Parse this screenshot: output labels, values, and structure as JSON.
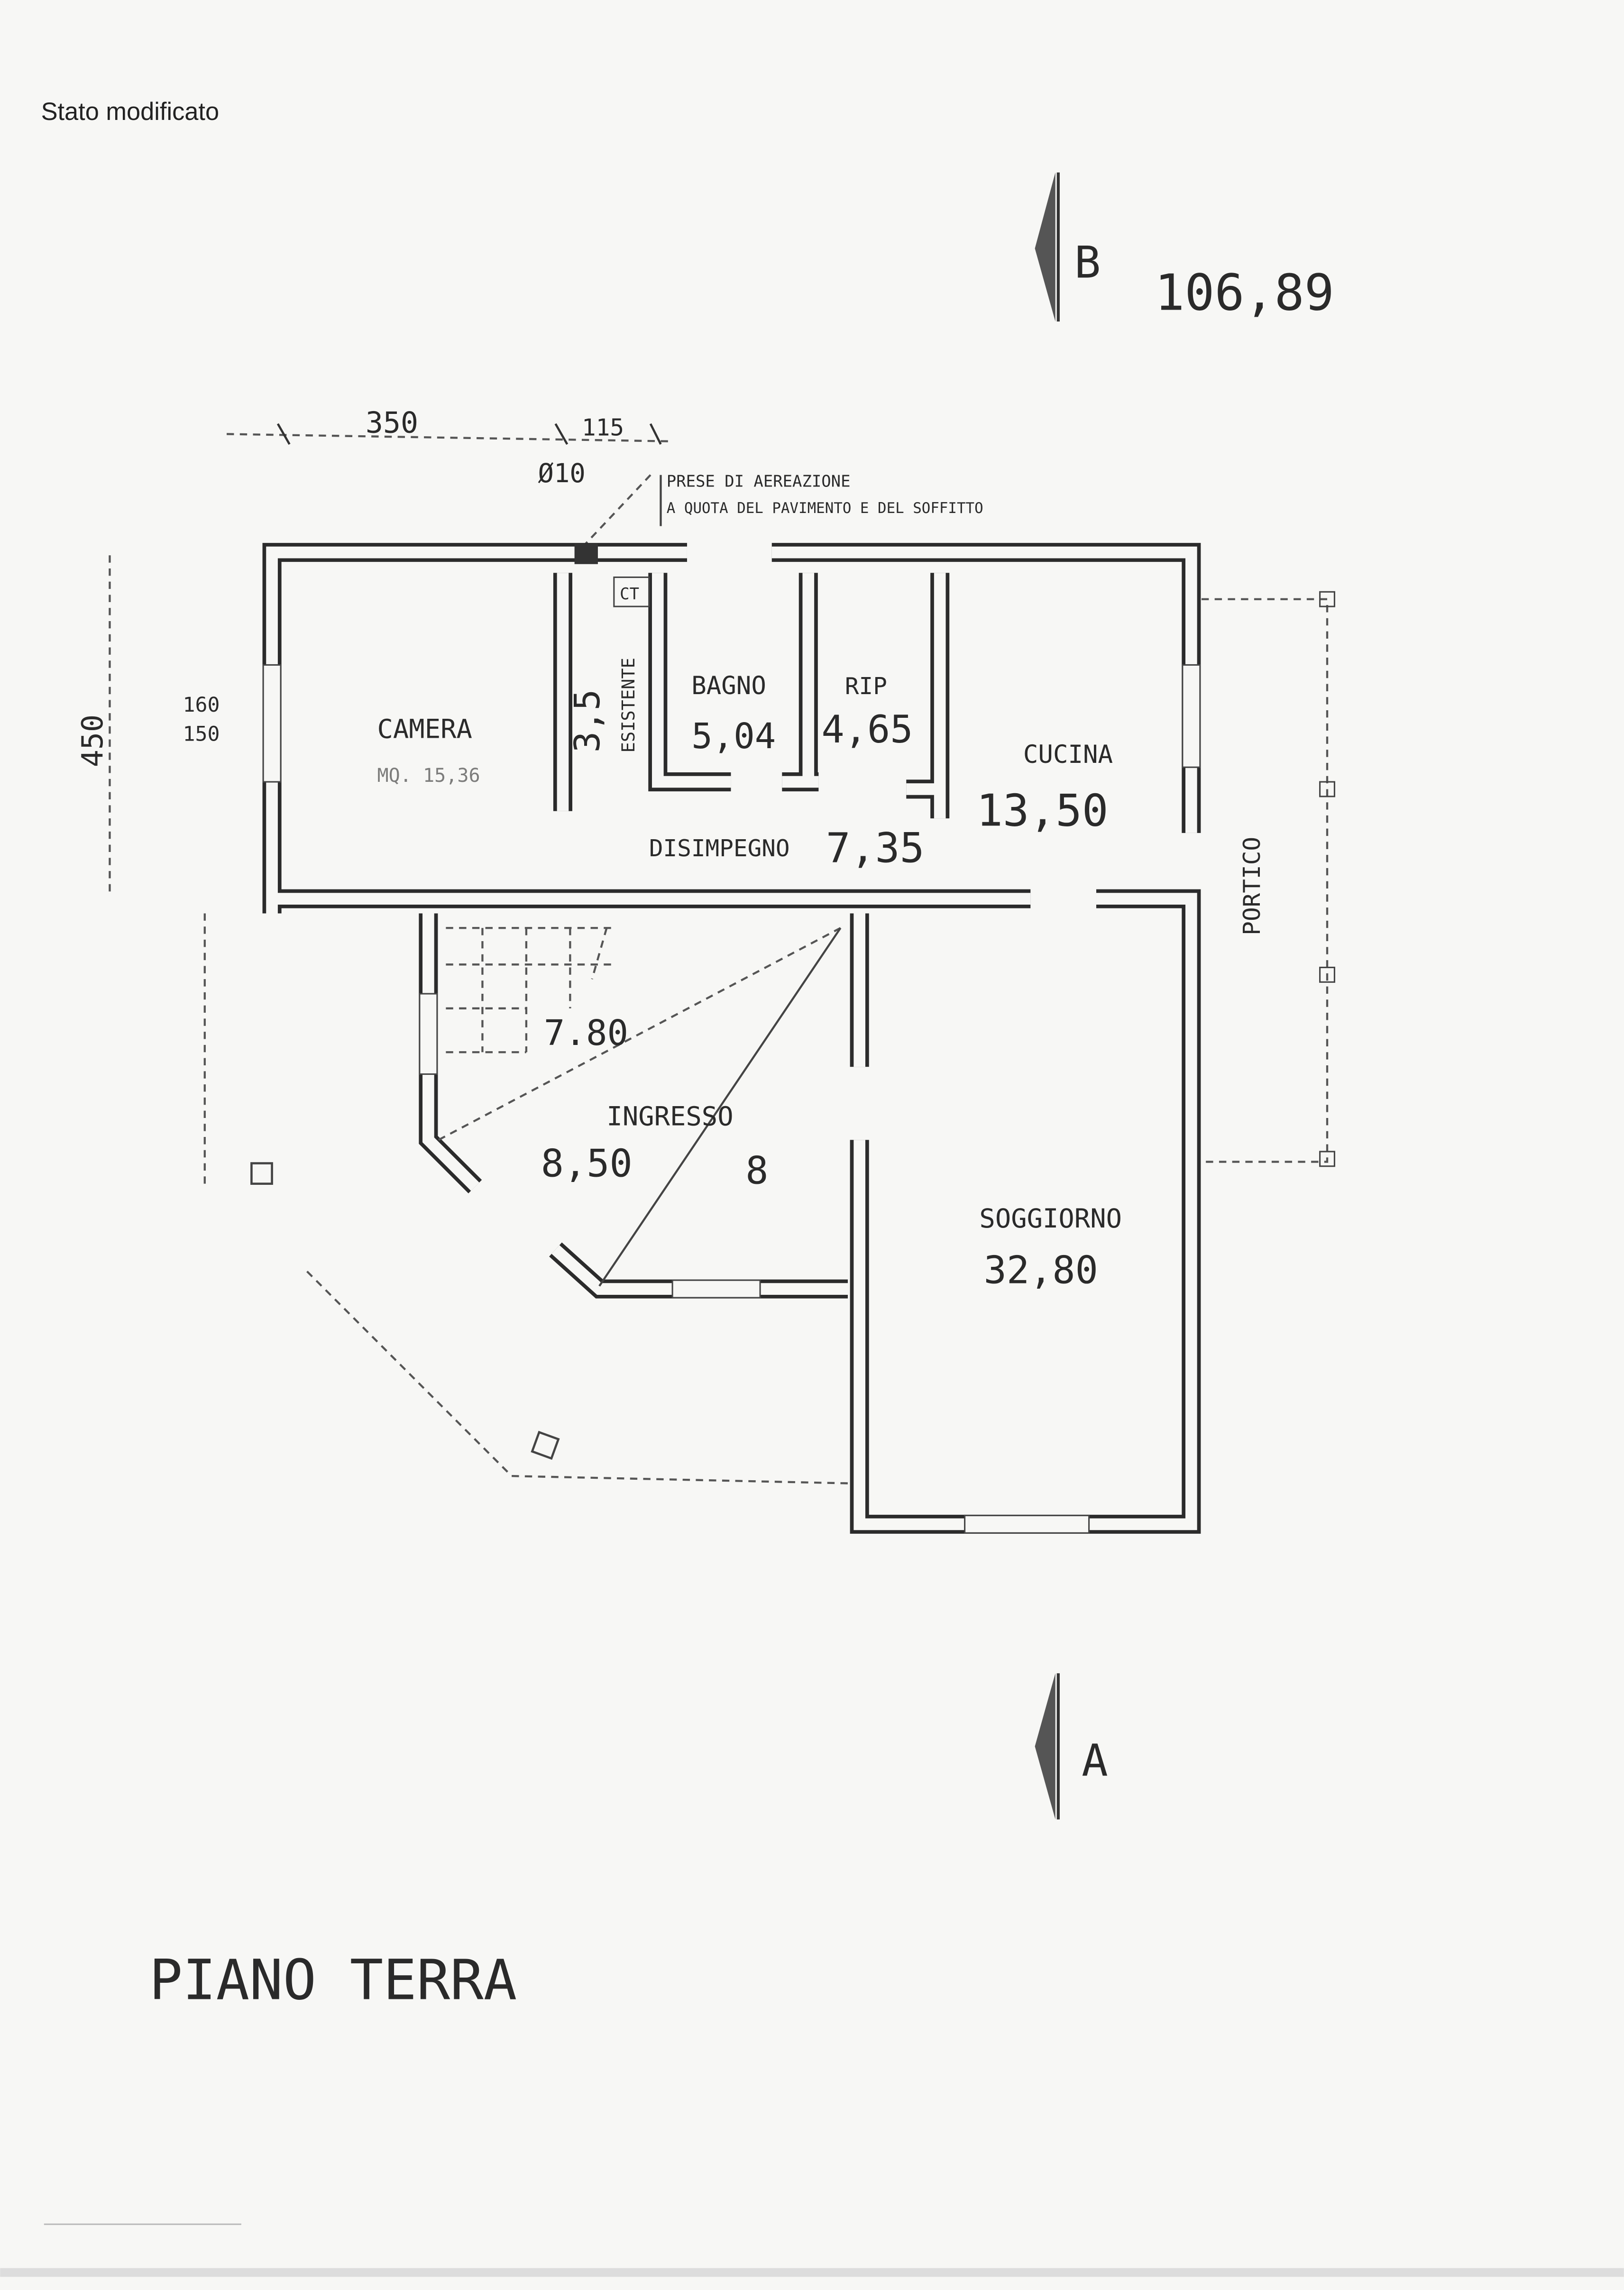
{
  "header": {
    "title": "Stato modificato"
  },
  "section_marks": {
    "top_letter": "B",
    "bottom_letter": "A",
    "elevation": "106,89"
  },
  "dimensions": {
    "width_camera": "350",
    "width_opening": "115",
    "diameter": "Ø10",
    "depth": "450",
    "window_upper": "160",
    "window_lower": "150"
  },
  "note": {
    "line1": "PRESE DI AEREAZIONE",
    "line2": "A QUOTA DEL PAVIMENTO E DEL SOFFITTO"
  },
  "rooms": {
    "camera": {
      "name": "CAMERA",
      "area": "MQ. 15,36"
    },
    "closet": {
      "area": "3,5",
      "label": "ESISTENTE",
      "ct": "CT"
    },
    "bagno": {
      "name": "BAGNO",
      "area": "5,04"
    },
    "rip": {
      "name": "RIP",
      "area": "4,65"
    },
    "cucina": {
      "name": "CUCINA",
      "area": "13,50"
    },
    "disimpegno": {
      "name": "DISIMPEGNO",
      "area": "7,35"
    },
    "stairs": {
      "area": "7.80"
    },
    "ingresso": {
      "name": "INGRESSO",
      "area": "8,50",
      "extra": "8"
    },
    "soggiorno": {
      "name": "SOGGIORNO",
      "area": "32,80"
    },
    "portico": {
      "name": "PORTICO"
    }
  },
  "floor_label": "PIANO TERRA"
}
